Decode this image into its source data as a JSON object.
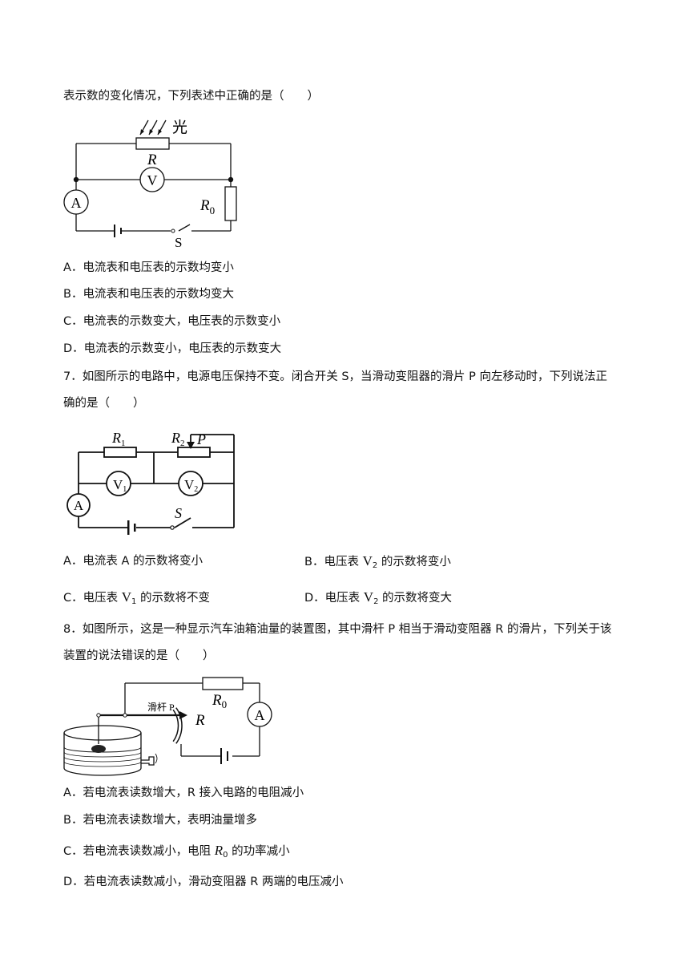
{
  "q6": {
    "stem_tail": "表示数的变化情况，下列表述中正确的是（　　）",
    "figure": {
      "light": "光",
      "R": "R",
      "V": "V",
      "A": "A",
      "R0_main": "R",
      "R0_sub": "0",
      "S": "S"
    },
    "options": [
      "A．电流表和电压表的示数均变小",
      "B．电流表和电压表的示数均变大",
      "C．电流表的示数变大，电压表的示数变小",
      "D．电流表的示数变小，电压表的示数变大"
    ]
  },
  "q7": {
    "stem_line1": "7．如图所示的电路中，电源电压保持不变。闭合开关 S，当滑动变阻器的滑片 P 向左移动时，下列说法正",
    "stem_line2": "确的是（　　）",
    "figure": {
      "R1_main": "R",
      "R1_sub": "1",
      "R2_main": "R",
      "R2_sub": "2",
      "P": "P",
      "V1_main": "V",
      "V1_sub": "1",
      "V2_main": "V",
      "V2_sub": "2",
      "A": "A",
      "S": "S"
    },
    "optA": "A．电流表 A 的示数将变小",
    "optB_pre": "B．电压表 ",
    "optB_V": "V",
    "optB_sub": "2",
    "optB_post": " 的示数将变小",
    "optC_pre": "C．电压表 ",
    "optC_V": "V",
    "optC_sub": "1",
    "optC_post": " 的示数将不变",
    "optD_pre": "D．电压表 ",
    "optD_V": "V",
    "optD_sub": "2",
    "optD_post": " 的示数将变大"
  },
  "q8": {
    "stem_line1": "8．如图所示，这是一种显示汽车油箱油量的装置图，其中滑杆 P 相当于滑动变阻器 R 的滑片，下列关于该",
    "stem_line2": "装置的说法错误的是（　　）",
    "figure": {
      "rod": "滑杆 P",
      "R": "R",
      "R0_main": "R",
      "R0_sub": "0",
      "A": "A"
    },
    "optA": "A．若电流表读数增大，R 接入电路的电阻减小",
    "optB": "B．若电流表读数增大，表明油量增多",
    "optC_pre": "C．若电流表读数减小，电阻 ",
    "optC_R": "R",
    "optC_sub": "0",
    "optC_post": " 的功率减小",
    "optD": "D．若电流表读数减小，滑动变阻器 R 两端的电压减小"
  }
}
